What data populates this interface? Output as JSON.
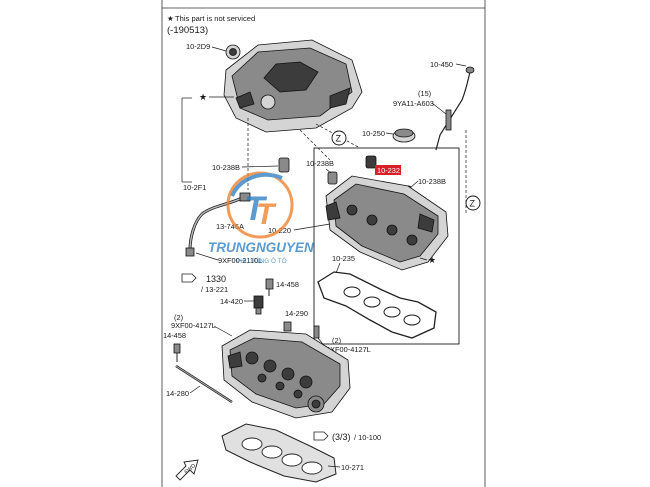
{
  "header": {
    "note": "This part is not serviced",
    "note_mark": "★",
    "code": "(-190513)"
  },
  "labels": {
    "l_10_2d9": "10-2D9",
    "l_10_450": "10-450",
    "l_15": "(15)",
    "l_9ya11": "9YA11-A603",
    "l_10_250": "10-250",
    "l_10_238b_a": "10-238B",
    "l_10_238b_b": "10-238B",
    "l_10_238b_c": "10-238B",
    "l_10_232": "10-232",
    "l_10_2f1": "10-2F1",
    "l_13_746a": "13-746A",
    "l_10_220": "10-220",
    "l_10_235": "10-235",
    "l_9xf00_2110l": "9XF00-2110L",
    "l_1330": "1330",
    "l_13_221": "/ 13-221",
    "l_14_458_a": "14-458",
    "l_14_420": "14-420",
    "l_14_290": "14-290",
    "l_2_a": "(2)",
    "l_9xf00_4127l_a": "9XF00-4127L",
    "l_14_458_b": "14-458",
    "l_2_b": "(2)",
    "l_9xf00_4127l_b": "9XF00-4127L",
    "l_14_280": "14-280",
    "l_3_3": "(3/3)",
    "l_10_100": "/ 10-100",
    "l_10_271": "10-271",
    "l_z": "Z",
    "l_fwd": "FWD"
  },
  "watermark": {
    "brand": "TRUNGNGUYEN",
    "sub": "PHỤ TÙNG Ô TÔ",
    "colors": {
      "orange": "#f07f2a",
      "blue": "#2e7fc2"
    }
  },
  "highlight_color": "#d9202a"
}
